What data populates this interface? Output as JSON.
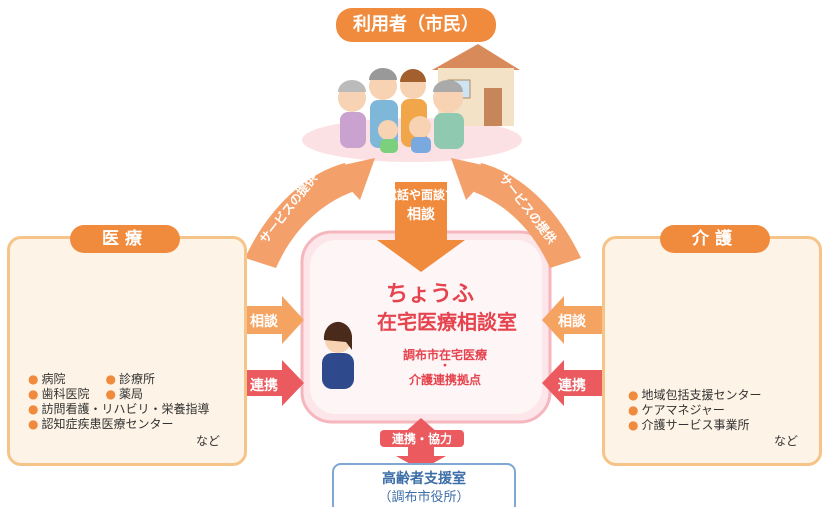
{
  "top": {
    "title": "利用者（市民）"
  },
  "center": {
    "consult_line1": "電話や面談で",
    "consult_line2": "相談",
    "office_line1": "ちょうふ",
    "office_line2": "在宅医療相談室",
    "sub_line1": "調布市在宅医療",
    "sub_dot": "・",
    "sub_line2": "介護連携拠点",
    "bottom_arrow_label": "連携・協力"
  },
  "left": {
    "title": "医療",
    "arrow_top": "相談",
    "arrow_bottom": "連携",
    "diag_label": "サービスの提供",
    "items": [
      [
        "病院",
        "診療所"
      ],
      [
        "歯科医院",
        "薬局"
      ],
      [
        "訪問看護・リハビリ・栄養指導"
      ],
      [
        "認知症疾患医療センター"
      ]
    ],
    "etc": "など"
  },
  "right": {
    "title": "介護",
    "arrow_top": "相談",
    "arrow_bottom": "連携",
    "diag_label": "サービスの提供",
    "items": [
      "地域包括支援センター",
      "ケアマネジャー",
      "介護サービス事業所"
    ],
    "etc": "など"
  },
  "bottom": {
    "line1": "高齢者支援室",
    "line2": "（調布市役所）"
  },
  "colors": {
    "orange": "#f08a3c",
    "light_orange": "#f6c489",
    "panel_bg": "#fdf3e6",
    "pink": "#f5b6bd",
    "red_arrow": "#ea5a5e",
    "blue_border": "#7ea7d4"
  }
}
